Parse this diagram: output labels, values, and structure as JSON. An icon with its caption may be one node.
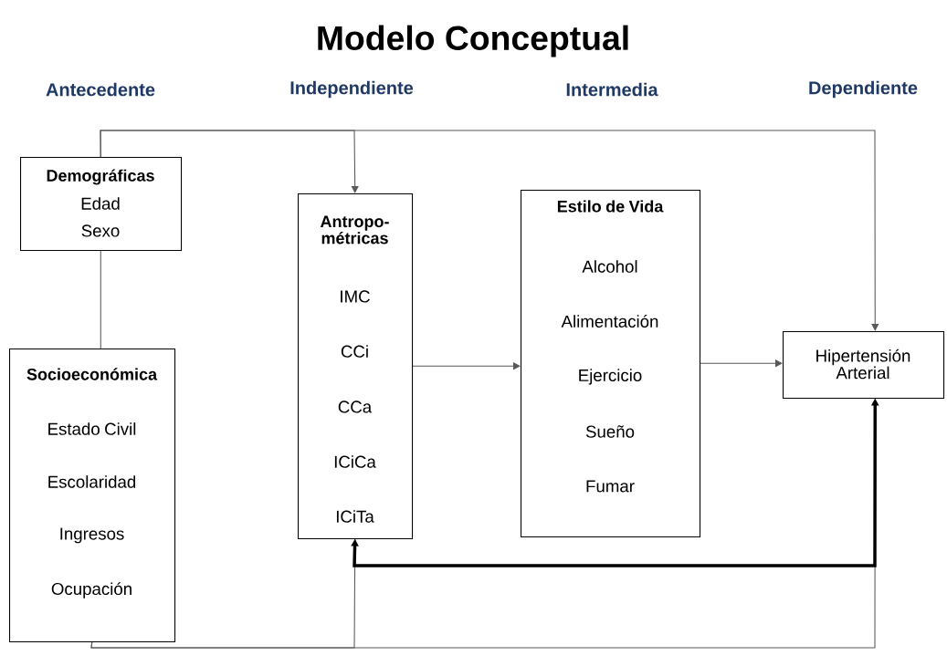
{
  "diagram": {
    "title": "Modelo Conceptual",
    "nodes": [
      {
        "text": [
          "Demográficas",
          "Edad",
          "Sexo"
        ]
      },
      {
        "text": [
          "Socioeconómica",
          "Estado Civil",
          "Escolaridad",
          "Ingresos",
          "Ocupación"
        ]
      },
      {
        "text": [
          "Antropo- métricas",
          "IMC",
          "CCi",
          "CCa",
          "ICiCa",
          "ICiTa"
        ]
      },
      {
        "text": [
          "Estilo de Vida",
          "Alcohol",
          "Alimentación",
          "Ejercicio",
          "Sueño",
          "Fumar"
        ]
      },
      {
        "text": [
          "Hipertensión Arterial"
        ]
      }
    ],
    "edges": [
      {
        "from": 0,
        "to": 1,
        "arrow": "none"
      },
      {
        "from": 0,
        "to": 2,
        "arrow": "to"
      },
      {
        "from": 0,
        "to": 4,
        "arrow": "to"
      },
      {
        "from": 2,
        "to": 3,
        "arrow": "to"
      },
      {
        "from": 3,
        "to": 4,
        "arrow": "to"
      },
      {
        "from": 1,
        "to": 2,
        "arrow": "none"
      },
      {
        "from": 1,
        "to": 4,
        "arrow": "none"
      },
      {
        "from": 2,
        "to": 4,
        "arrow": "both",
        "style": "thick",
        "color": "#000000"
      }
    ],
    "labels": [
      "Antecedente",
      "Independiente",
      "Intermedia",
      "Dependiente"
    ]
  }
}
